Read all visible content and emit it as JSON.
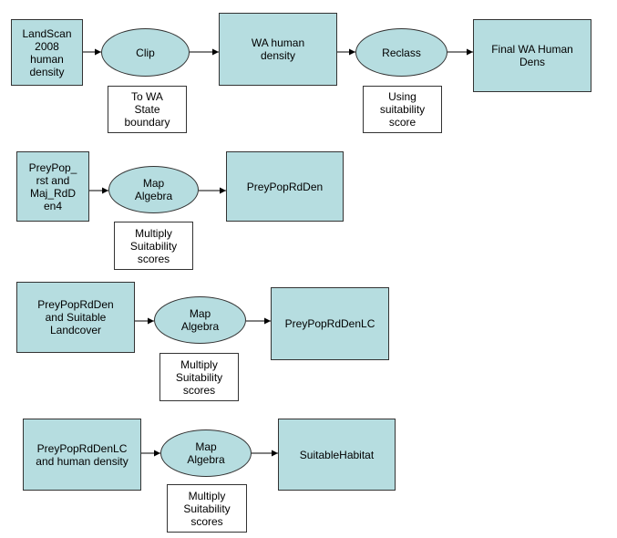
{
  "rows": [
    {
      "input": "LandScan\n2008\nhuman\ndensity",
      "process": "Clip",
      "note": "To WA\nState\nboundary",
      "output": "WA human\ndensity",
      "process2": "Reclass",
      "note2": "Using\nsuitability\nscore",
      "output2": "Final WA Human\nDens"
    },
    {
      "input": "PreyPop_\nrst and\nMaj_RdD\nen4",
      "process": "Map\nAlgebra",
      "note": "Multiply\nSuitability\nscores",
      "output": "PreyPopRdDen"
    },
    {
      "input": "PreyPopRdDen\nand Suitable\nLandcover",
      "process": "Map\nAlgebra",
      "note": "Multiply\nSuitability\nscores",
      "output": "PreyPopRdDenLC"
    },
    {
      "input": "PreyPopRdDenLC\nand human density",
      "process": "Map\nAlgebra",
      "note": "Multiply\nSuitability\nscores",
      "output": "SuitableHabitat"
    }
  ],
  "colors": {
    "node_fill": "#b6dde0",
    "stroke": "#333333",
    "note_fill": "#ffffff"
  }
}
